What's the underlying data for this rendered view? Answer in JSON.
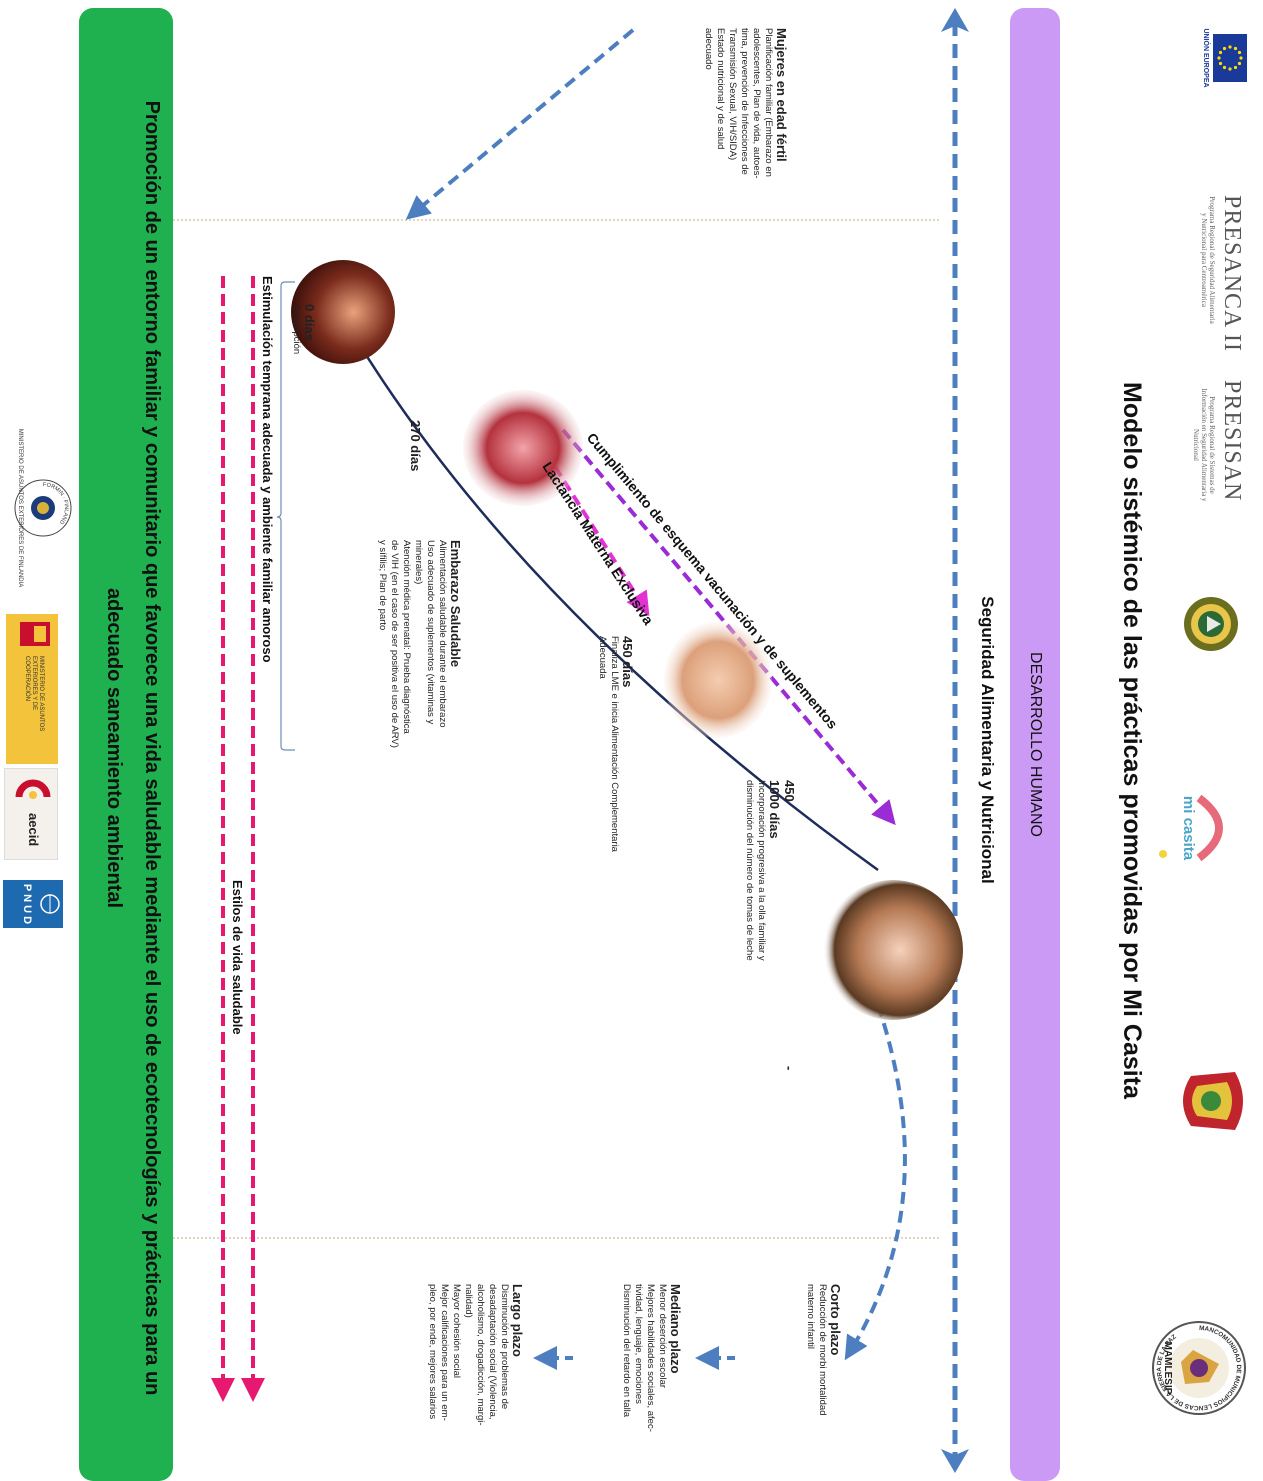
{
  "logos": {
    "eu": "UNIÓN EUROPEA",
    "presanca_title": "PRESANCA II",
    "presanca_sub": "Programa Regional de Seguridad Alimentaria y Nutricional para Centroamérica",
    "presisan_title": "PRESISAN",
    "presisan_sub": "Programa Regional de Sistemas de Información en Seguridad Alimentaria y Nutricional",
    "mamlesip": "MAMLESIP",
    "mamlesip_ring": "MANCOMUNIDAD DE MUNICIPIOS LENCAS DE LA SIERRA DE LA PAZ",
    "micasita": "mi casita",
    "finland": "MINISTERIO DE ASUNTOS EXTERIORES DE FINLANDIA",
    "finland_ring": "FORMIN · FINLAND",
    "spain": "MINISTERIO DE ASUNTOS EXTERIORES Y DE COOPERACIÓN",
    "aecid": "aecid",
    "pnud": "P N U D"
  },
  "title": "Modelo sistémico de las prácticas promovidas por Mi Casita",
  "banners": {
    "desarrollo": "DESARROLLO HUMANO",
    "promocion_1": "Promoción de un entorno familiar y comunitario que favorece una vida saludable mediante el uso de ecotecnologías y prácticas para un",
    "promocion_2": "adecuado saneamiento ambiental"
  },
  "seguridad": "Seguridad Alimentaria y Nutricional",
  "mujeres": {
    "heading": "Mujeres en edad fértil",
    "lines": [
      "Planificación familiar (Embarazo en",
      "adolescentes, Plan de vida, autoes-",
      "tima, prevención de Infecciones de",
      "Transmisión Sexual, VIH/SIDA)",
      "Estado nutricional y de salud",
      "adecuado"
    ]
  },
  "milestones": {
    "d0": "0 días",
    "d0_sub": "Concepción",
    "d270": "270 días",
    "d450": "450 días",
    "d450_lines": [
      "Finaliza LME e inicia Alimentación Complementaria",
      "Adecuada"
    ],
    "d1000_num": "450",
    "d1000_dash": "-",
    "d1000": "1000 días",
    "d1000_lines": [
      "Incorporación progresiva a la olla familiar y",
      "disminución del número de tomas de leche"
    ]
  },
  "embarazo": {
    "heading": "Embarazo Saludable",
    "lines": [
      "Alimentación saludable durante el embarazo",
      "Uso adecuado de suplementos (vitaminas y",
      "minerales)",
      "Atención médica prenatal: Prueba diagnóstica",
      "de VIH (en el caso de ser positiva el uso de ARV)",
      "y sífilis; Plan de parto"
    ]
  },
  "arrows": {
    "vacunacion": "Cumplimiento de esquema vacunación y de suplementos",
    "lactancia": "Lactancia Materna Exclusiva",
    "estimulacion": "Estimulación temprana adecuada y ambiente familiar amoroso",
    "estilos": "Estilos de vida saludable"
  },
  "outcomes": {
    "corto_heading": "Corto plazo",
    "corto_lines": [
      "Reducción de morbi mortalidad",
      "materno infantil"
    ],
    "mediano_heading": "Mediano plazo",
    "mediano_lines": [
      "Menor deserción escolar",
      "Mejores habilidades sociales, afec-",
      "tividad, lenguaje, emociones",
      "Disminución del retardo en talla"
    ],
    "largo_heading": "Largo plazo",
    "largo_lines": [
      "Disminución de problemas de",
      "desadaptación social (Violencia,",
      "alcoholismo, drogadicción, margi-",
      "nalidad)",
      "Mayor cohesión social",
      "Mejor calificaciones para un em-",
      "pleo, por ende, mejores salarios"
    ]
  },
  "colors": {
    "purple_band": "#cb9af5",
    "green_band": "#1fb04f",
    "blue_dash": "#4d7ec0",
    "violet_dash": "#9a2bd6",
    "magenta_dash": "#e233d2",
    "pink_dash": "#e7186f",
    "navy_curve": "#1e2c5c"
  }
}
